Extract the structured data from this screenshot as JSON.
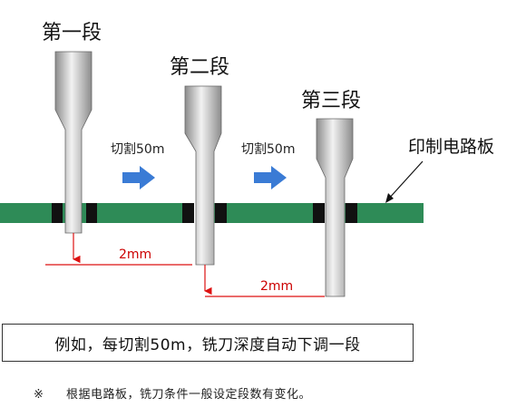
{
  "colors": {
    "pcb_green": "#2e8b57",
    "pcb_edge": "#1f6b42",
    "contact_black": "#111111",
    "arrow_blue": "#3a7bd5",
    "dimension_red": "#dd1111",
    "bit_light": "#f2f2f2",
    "bit_dark": "#8c8c8c"
  },
  "icons": {
    "feed_arrow": "blue-right-arrow-icon",
    "note_mark": "reference-mark-icon"
  },
  "stages": [
    {
      "label": "第一段"
    },
    {
      "label": "第二段"
    },
    {
      "label": "第三段"
    }
  ],
  "cut_steps": [
    {
      "label": "切割50m"
    },
    {
      "label": "切割50m"
    }
  ],
  "dimensions": [
    {
      "label": "2mm"
    },
    {
      "label": "2mm"
    }
  ],
  "pcb_label": "印制电路板",
  "caption": "例如，每切割50m，铣刀深度自动下调一段",
  "note": {
    "mark": "※",
    "text": "根据电路板，铣刀条件一般设定段数有变化。"
  }
}
